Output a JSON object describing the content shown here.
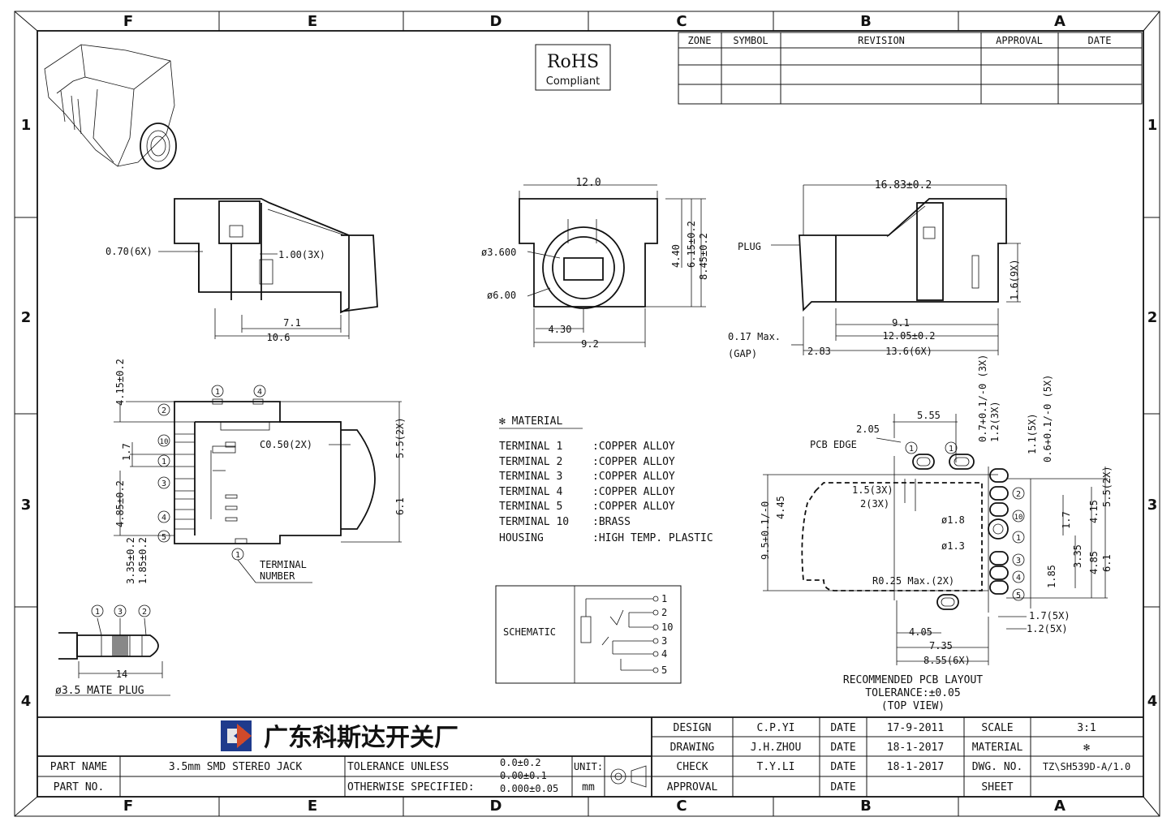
{
  "border": {
    "cols": [
      "F",
      "E",
      "D",
      "C",
      "B",
      "A"
    ],
    "rows": [
      "1",
      "2",
      "3",
      "4"
    ]
  },
  "rohs": {
    "mark": "RoHS",
    "compliant": "Compliant"
  },
  "revision_table": {
    "headers": [
      "ZONE",
      "SYMBOL",
      "REVISION",
      "APPROVAL",
      "DATE"
    ]
  },
  "side_view": {
    "dims": [
      "0.70(6X)",
      "1.00(3X)",
      "7.1",
      "10.6"
    ]
  },
  "front_view": {
    "dims": [
      "12.0",
      "ø3.600",
      "ø6.00",
      "4.30",
      "9.2",
      "4.40",
      "6.15±0.2",
      "8.45±0.2"
    ]
  },
  "right_view": {
    "dims": [
      "16.83±0.2",
      "PLUG",
      "1.6(9X)",
      "9.1",
      "12.05±0.2",
      "0.17 Max.",
      "(GAP)",
      "2.83",
      "13.6(6X)"
    ]
  },
  "top_view": {
    "dims": [
      "4.15±0.2",
      "1.7",
      "4.85±0.2",
      "3.35±0.2",
      "1.85±0.2",
      "C0.50(2X)",
      "5.5(2X)",
      "6.1"
    ],
    "terminal_label": [
      "TERMINAL",
      "NUMBER"
    ]
  },
  "material": {
    "title": "✻ MATERIAL",
    "rows": [
      {
        "name": "TERMINAL 1",
        "value": ":COPPER ALLOY"
      },
      {
        "name": "TERMINAL 2",
        "value": ":COPPER ALLOY"
      },
      {
        "name": "TERMINAL 3",
        "value": ":COPPER ALLOY"
      },
      {
        "name": "TERMINAL 4",
        "value": ":COPPER ALLOY"
      },
      {
        "name": "TERMINAL 5",
        "value": ":COPPER ALLOY"
      },
      {
        "name": "TERMINAL 10",
        "value": ":BRASS"
      },
      {
        "name": "HOUSING",
        "value": ":HIGH TEMP. PLASTIC"
      }
    ]
  },
  "schematic": {
    "label": "SCHEMATIC",
    "pins": [
      "1",
      "2",
      "10",
      "3",
      "4",
      "5"
    ]
  },
  "plug": {
    "dim": "14",
    "caption": "ø3.5 MATE PLUG",
    "nums": [
      "1",
      "3",
      "2"
    ]
  },
  "pcb": {
    "dims_top": [
      "2.05",
      "5.55",
      "0.7+0.1/-0 (3X)",
      "1.2(3X)",
      "1.1(5X)",
      "0.6+0.1/-0 (5X)"
    ],
    "pcb_edge": "PCB EDGE",
    "dims_left": [
      "1.5(3X)",
      "2(3X)",
      "4.45",
      "9.5+0.1/-0"
    ],
    "holes": [
      "ø1.8",
      "ø1.3"
    ],
    "radius": "R0.25 Max.(2X)",
    "dims_right": [
      "1.7",
      "4.15",
      "5.5(2X)",
      "3.35",
      "4.85",
      "6.1",
      "1.85"
    ],
    "dims_bottom": [
      "1.7(5X)",
      "1.2(5X)",
      "4.05",
      "7.35",
      "8.55(6X)"
    ],
    "caption": [
      "RECOMMENDED PCB LAYOUT",
      "TOLERANCE:±0.05",
      "(TOP VIEW)"
    ],
    "nums": [
      "2",
      "10",
      "1",
      "3",
      "4",
      "5"
    ]
  },
  "title_block": {
    "company": "广东科斯达开关厂",
    "design_label": "DESIGN",
    "design_name": "C.P.YI",
    "design_date_label": "DATE",
    "design_date": "17-9-2011",
    "drawing_label": "DRAWING",
    "drawing_name": "J.H.ZHOU",
    "drawing_date_label": "DATE",
    "drawing_date": "18-1-2017",
    "check_label": "CHECK",
    "check_name": "T.Y.LI",
    "check_date_label": "DATE",
    "check_date": "18-1-2017",
    "approval_label": "APPROVAL",
    "approval_date_label": "DATE",
    "scale_label": "SCALE",
    "scale_value": "3:1",
    "material_label": "MATERIAL",
    "material_value": "✻",
    "dwg_label": "DWG. NO.",
    "dwg_value": "TZ\\SH539D-A/1.0",
    "sheet_label": "SHEET",
    "part_name_label": "PART NAME",
    "part_name_value": "3.5mm SMD STEREO JACK",
    "part_no_label": "PART NO.",
    "tolerance_label": "TOLERANCE UNLESS",
    "otherwise_label": "OTHERWISE SPECIFIED:",
    "tol1": "0.0±0.2",
    "tol2": "0.00±0.1",
    "tol3": "0.000±0.05",
    "unit_label": "UNIT:",
    "unit_value": "mm"
  }
}
